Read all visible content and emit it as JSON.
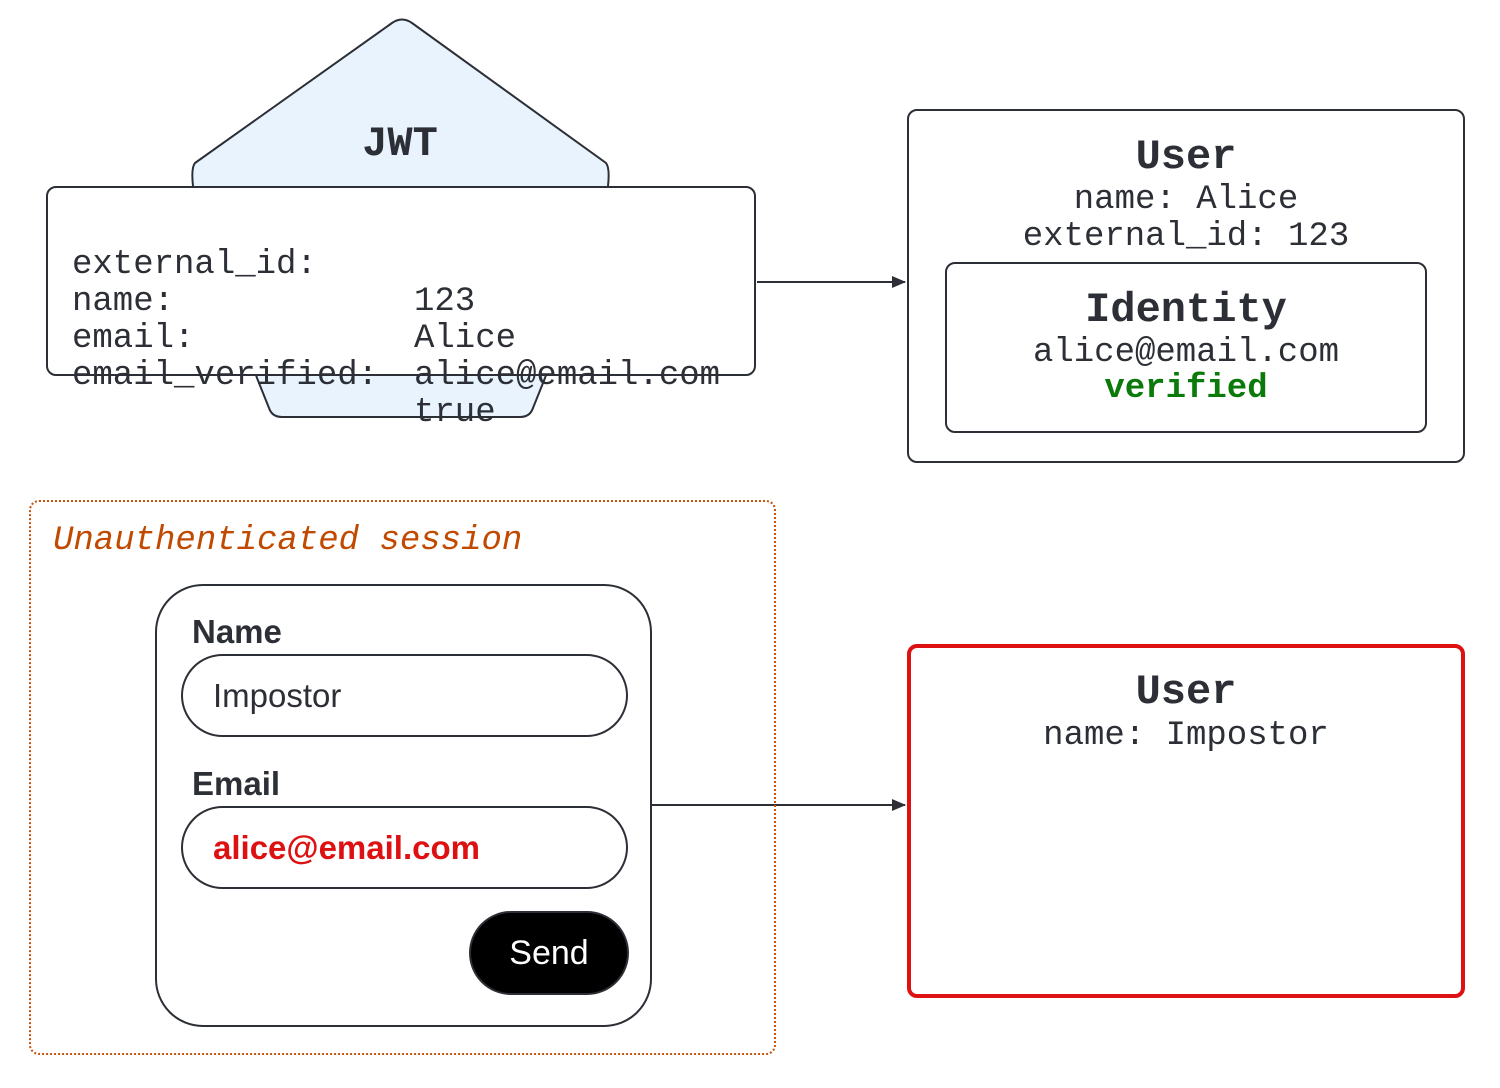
{
  "jwt": {
    "title": "JWT",
    "fields": [
      {
        "key": "external_id:",
        "value": "123"
      },
      {
        "key": "name:",
        "value": "Alice"
      },
      {
        "key": "email:",
        "value": "alice@email.com"
      },
      {
        "key": "email_verified:",
        "value": "true"
      }
    ]
  },
  "user_verified": {
    "title": "User",
    "name_line": "name: Alice",
    "external_id_line": "external_id: 123",
    "identity": {
      "title": "Identity",
      "email": "alice@email.com",
      "status": "verified"
    }
  },
  "session": {
    "label": "Unauthenticated session",
    "form": {
      "name_label": "Name",
      "name_value": "Impostor",
      "email_label": "Email",
      "email_value": "alice@email.com",
      "send_label": "Send"
    }
  },
  "user_impostor": {
    "title": "User",
    "name_line": "name: Impostor"
  },
  "colors": {
    "ink": "#2c2f36",
    "jwt_fill": "#e8f3fe",
    "verified_green": "#0a7a0a",
    "warning_red": "#dd1111",
    "session_orange": "#c04a00"
  }
}
